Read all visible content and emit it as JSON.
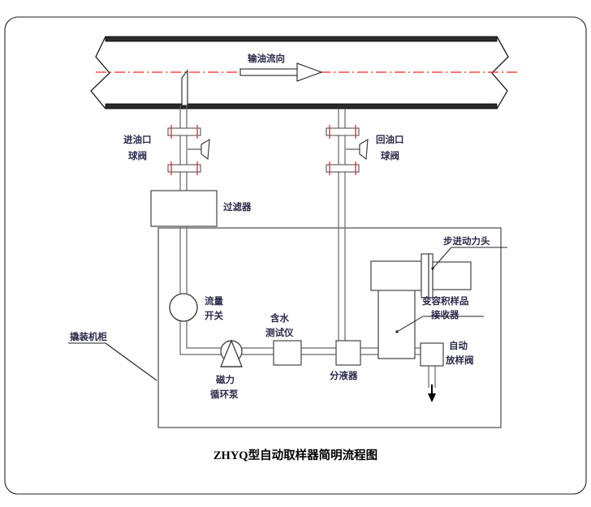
{
  "diagram": {
    "title": "ZHYQ型自动取样器简明流程图",
    "flow_arrow_label": "输油流向",
    "labels": {
      "inlet_valve": "进油口",
      "inlet_valve2": "球阀",
      "return_valve": "回油口",
      "return_valve2": "球阀",
      "filter": "过滤器",
      "flow_switch": "流量",
      "flow_switch2": "开关",
      "magnetic_pump": "磁力",
      "magnetic_pump2": "循环泵",
      "water_tester": "含水",
      "water_tester2": "测试仪",
      "separator": "分液器",
      "skid_cabinet": "撬装机柜",
      "stepper_head": "步进动力头",
      "sample_receiver": "变容积样品",
      "sample_receiver2": "接收器",
      "auto_valve": "自动",
      "auto_valve2": "放样阀"
    },
    "colors": {
      "centerline": "#ff2020",
      "pipe_wall": "#1a1a1a",
      "line": "#555555",
      "stroke": "#333333",
      "label_text": "#2a2a4a",
      "title_text": "#000000"
    }
  }
}
